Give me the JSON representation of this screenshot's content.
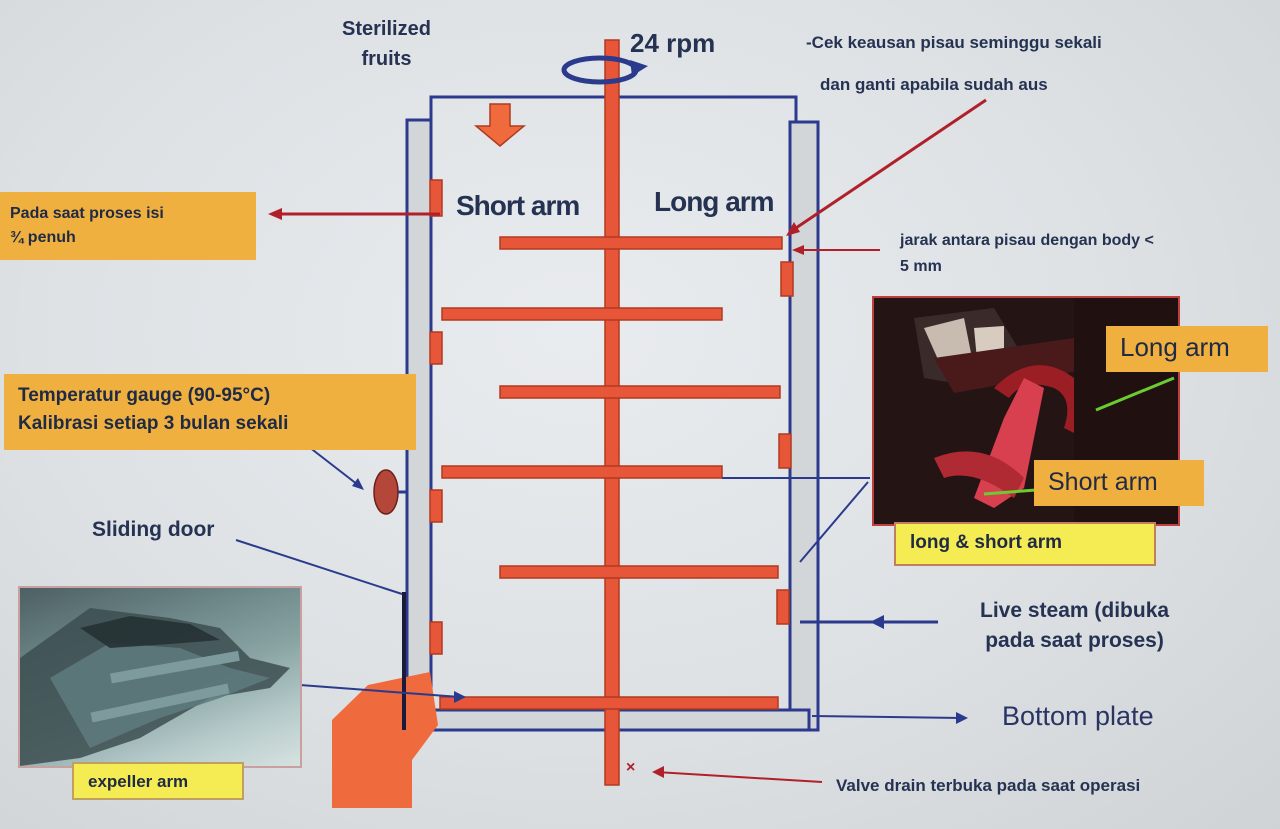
{
  "labels": {
    "sterilized_fruits_line1": "Sterilized",
    "sterilized_fruits_line2": "fruits",
    "rpm": "24 rpm",
    "check_knife_line1": "-Cek keausan pisau seminggu sekali",
    "check_knife_line2": "dan ganti apabila sudah  aus",
    "process_fill_line1": "Pada saat proses isi",
    "process_fill_line2": "¾ penuh",
    "short_arm": "Short arm",
    "long_arm": "Long arm",
    "gap_line1": "jarak antara pisau dengan body <",
    "gap_line2": "5 mm",
    "temp_gauge_line1": "Temperatur gauge (90-95°C)",
    "temp_gauge_line2": "Kalibrasi setiap 3 bulan sekali",
    "sliding_door": "Sliding door",
    "live_steam_line1": "Live steam (dibuka",
    "live_steam_line2": "pada saat proses)",
    "bottom_plate": "Bottom plate",
    "valve_drain": "Valve drain terbuka pada saat operasi",
    "expeller_arm": "expeller arm",
    "photo_long_arm": "Long arm",
    "photo_short_arm": "Short arm",
    "long_short_arm": "long & short arm"
  },
  "colors": {
    "arm": "#e8563a",
    "vessel_outline": "#2b3a8c",
    "wall": "#d3d6d9",
    "label_box": "#f0b040",
    "caption_box": "#f4ec52",
    "pointer": "#b0202a"
  }
}
